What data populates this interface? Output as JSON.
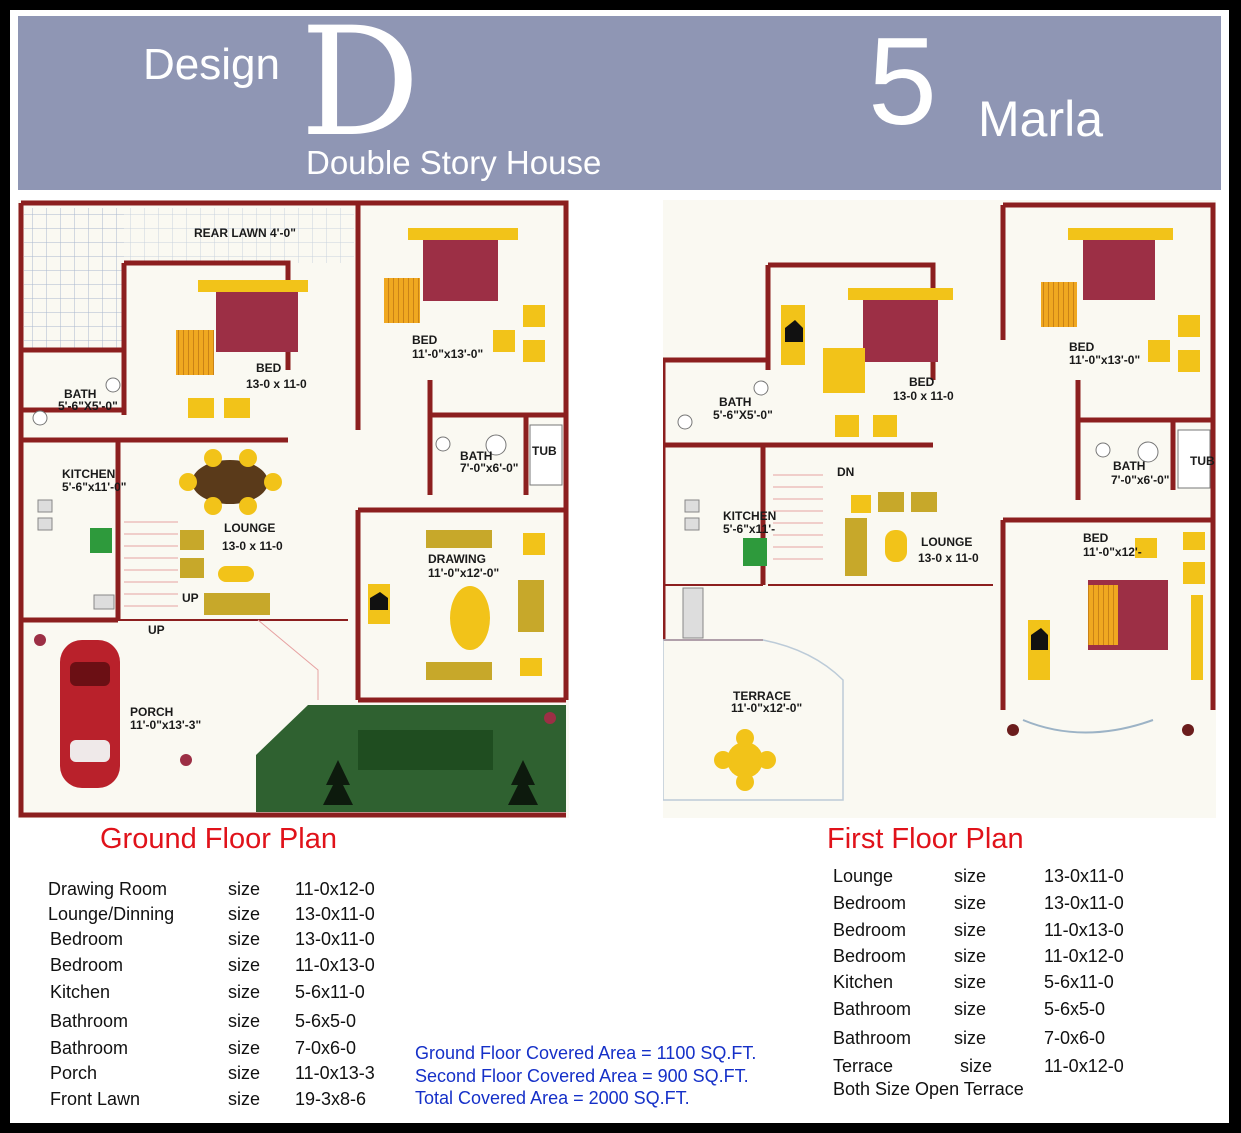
{
  "banner": {
    "design_word": "Design",
    "design_letter": "D",
    "subtitle": "Double Story House",
    "size_number": "5",
    "size_unit": "Marla"
  },
  "ground_plan": {
    "labels": {
      "rear_lawn": "REAR LAWN 4'-0\"",
      "bed1_name": "BED",
      "bed1_size": "13-0 x 11-0",
      "bed2_name": "BED",
      "bed2_size": "11'-0\"x13'-0\"",
      "bath1_name": "BATH",
      "bath1_size": "5'-6\"X5'-0\"",
      "bath2_name": "BATH",
      "bath2_size": "7'-0\"x6'-0\"",
      "tub": "TUB",
      "kitchen_name": "KITCHEN",
      "kitchen_size": "5'-6\"x11'-0\"",
      "lounge_name": "LOUNGE",
      "lounge_size": "13-0 x 11-0",
      "drawing_name": "DRAWING",
      "drawing_size": "11'-0\"x12'-0\"",
      "up1": "UP",
      "up2": "UP",
      "porch_name": "PORCH",
      "porch_size": "11'-0\"x13'-3\""
    }
  },
  "first_plan": {
    "labels": {
      "bed1_name": "BED",
      "bed1_size": "13-0 x 11-0",
      "bed2_name": "BED",
      "bed2_size": "11'-0\"x13'-0\"",
      "bed3_name": "BED",
      "bed3_size": "11'-0\"x12'-",
      "bath1_name": "BATH",
      "bath1_size": "5'-6\"X5'-0\"",
      "bath2_name": "BATH",
      "bath2_size": "7'-0\"x6'-0\"",
      "tub": "TUB",
      "dn": "DN",
      "kitchen_name": "KITCHEN",
      "kitchen_size": "5'-6\"x11'-",
      "lounge_name": "LOUNGE",
      "lounge_size": "13-0 x 11-0",
      "terrace_name": "TERRACE",
      "terrace_size": "11'-0\"x12'-0\""
    }
  },
  "ground_heading": "Ground Floor Plan",
  "first_heading": "First Floor Plan",
  "ground_rooms": [
    {
      "name": "Drawing Room",
      "size_word": "size",
      "size": "11-0x12-0"
    },
    {
      "name": "Lounge/Dinning",
      "size_word": "size",
      "size": "13-0x11-0"
    },
    {
      "name": "Bedroom",
      "size_word": "size",
      "size": "13-0x11-0"
    },
    {
      "name": "Bedroom",
      "size_word": "size",
      "size": "11-0x13-0"
    },
    {
      "name": "Kitchen",
      "size_word": "size",
      "size": "5-6x11-0"
    },
    {
      "name": "Bathroom",
      "size_word": "size",
      "size": "5-6x5-0"
    },
    {
      "name": "Bathroom",
      "size_word": "size",
      "size": "7-0x6-0"
    },
    {
      "name": "Porch",
      "size_word": "size",
      "size": "11-0x13-3"
    },
    {
      "name": "Front Lawn",
      "size_word": "size",
      "size": "19-3x8-6"
    }
  ],
  "first_rooms": [
    {
      "name": "Lounge",
      "size_word": "size",
      "size": "13-0x11-0"
    },
    {
      "name": "Bedroom",
      "size_word": "size",
      "size": "13-0x11-0"
    },
    {
      "name": "Bedroom",
      "size_word": "size",
      "size": "11-0x13-0"
    },
    {
      "name": "Bedroom",
      "size_word": "size",
      "size": "11-0x12-0"
    },
    {
      "name": "Kitchen",
      "size_word": "size",
      "size": "5-6x11-0"
    },
    {
      "name": "Bathroom",
      "size_word": "size",
      "size": "5-6x5-0"
    },
    {
      "name": "Bathroom",
      "size_word": "size",
      "size": "7-0x6-0"
    },
    {
      "name": "Terrace",
      "size_word": "size",
      "size": "11-0x12-0"
    }
  ],
  "first_note": "Both Size Open Terrace",
  "area_notes": {
    "ground": "Ground Floor Covered Area = 1100 SQ.FT.",
    "second": "Second Floor Covered Area = 900 SQ.FT.",
    "total": "Total Covered Area = 2000 SQ.FT."
  },
  "colors": {
    "banner": "#8f96b4",
    "wall": "#8c1f1f",
    "bed": "#9c2f45",
    "furniture": "#f2c319",
    "lawn": "#2f6130",
    "heading": "#e0121a",
    "area_note": "#1530c8"
  }
}
